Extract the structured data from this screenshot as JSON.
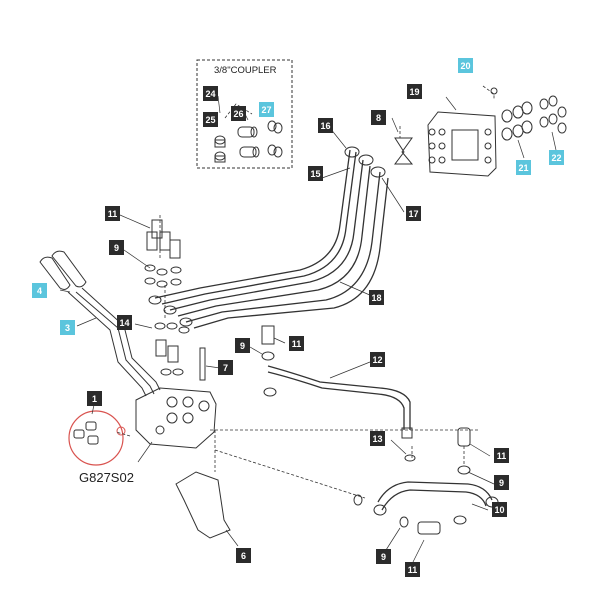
{
  "coupler_box": {
    "title": "3/8\"COUPLER"
  },
  "reference_code": "G827S02",
  "callouts": [
    {
      "id": "c20",
      "label": "20",
      "style": "cyan"
    },
    {
      "id": "c24",
      "label": "24",
      "style": "dark"
    },
    {
      "id": "c26",
      "label": "26",
      "style": "dark"
    },
    {
      "id": "c27",
      "label": "27",
      "style": "cyan"
    },
    {
      "id": "c25",
      "label": "25",
      "style": "dark"
    },
    {
      "id": "c19",
      "label": "19",
      "style": "dark"
    },
    {
      "id": "c8",
      "label": "8",
      "style": "dark"
    },
    {
      "id": "c16",
      "label": "16",
      "style": "dark"
    },
    {
      "id": "c15",
      "label": "15",
      "style": "dark"
    },
    {
      "id": "c17",
      "label": "17",
      "style": "dark"
    },
    {
      "id": "c21",
      "label": "21",
      "style": "cyan"
    },
    {
      "id": "c22",
      "label": "22",
      "style": "cyan"
    },
    {
      "id": "c11a",
      "label": "11",
      "style": "dark"
    },
    {
      "id": "c9a",
      "label": "9",
      "style": "dark"
    },
    {
      "id": "c4",
      "label": "4",
      "style": "cyan"
    },
    {
      "id": "c18",
      "label": "18",
      "style": "dark"
    },
    {
      "id": "c3",
      "label": "3",
      "style": "cyan"
    },
    {
      "id": "c14",
      "label": "14",
      "style": "dark"
    },
    {
      "id": "c9b",
      "label": "9",
      "style": "dark"
    },
    {
      "id": "c11b",
      "label": "11",
      "style": "dark"
    },
    {
      "id": "c12",
      "label": "12",
      "style": "dark"
    },
    {
      "id": "c7",
      "label": "7",
      "style": "dark"
    },
    {
      "id": "c1",
      "label": "1",
      "style": "dark"
    },
    {
      "id": "c13",
      "label": "13",
      "style": "dark"
    },
    {
      "id": "c11c",
      "label": "11",
      "style": "dark"
    },
    {
      "id": "c9c",
      "label": "9",
      "style": "dark"
    },
    {
      "id": "c10",
      "label": "10",
      "style": "dark"
    },
    {
      "id": "c6",
      "label": "6",
      "style": "dark"
    },
    {
      "id": "c9d",
      "label": "9",
      "style": "dark"
    },
    {
      "id": "c11d",
      "label": "11",
      "style": "dark"
    }
  ],
  "colors": {
    "callout_dark": "#2b2b2b",
    "callout_cyan": "#5bc5dd",
    "highlight_circle": "#d9534f",
    "line": "#333333"
  }
}
